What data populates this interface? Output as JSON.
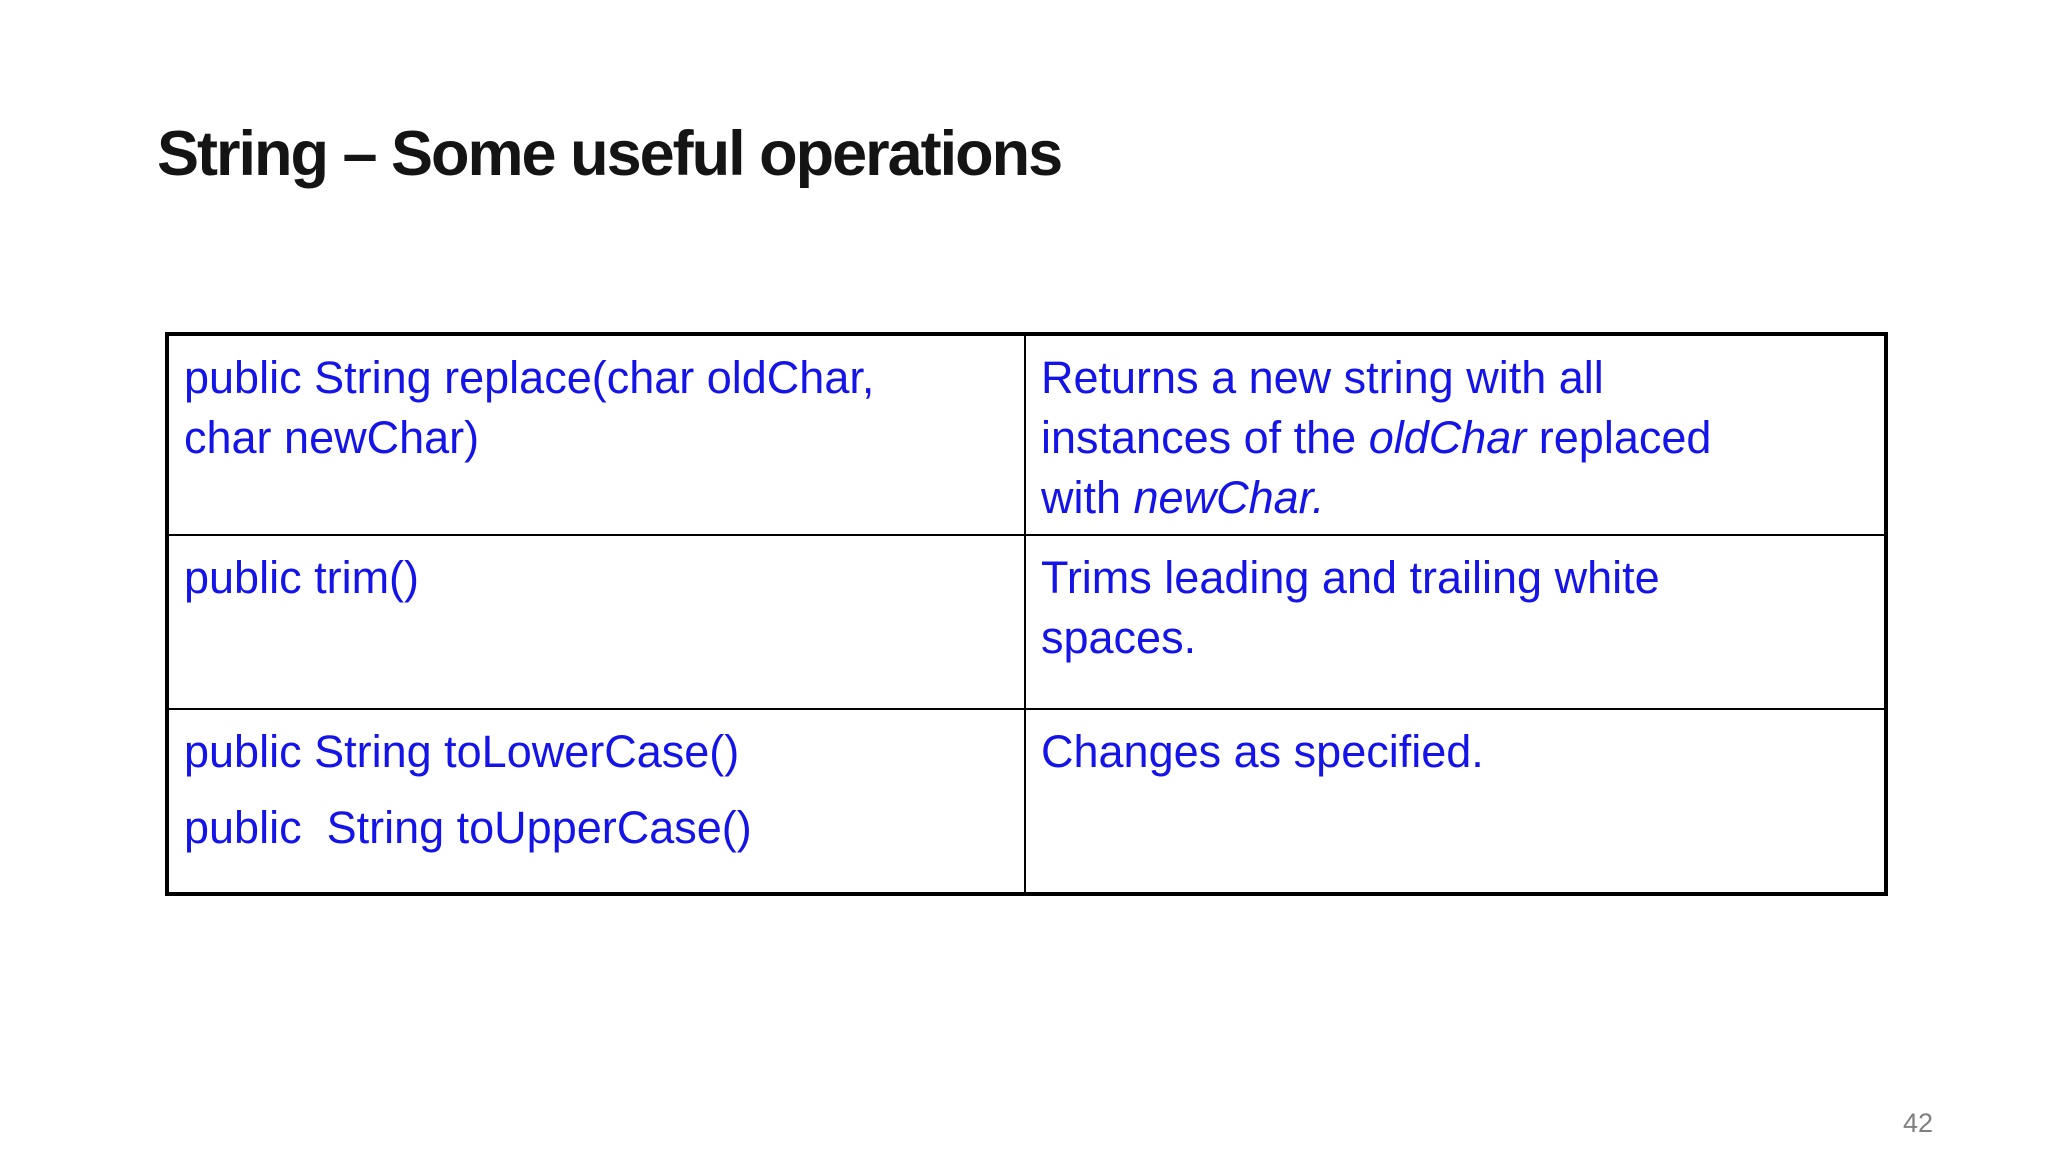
{
  "slide": {
    "title": "String – Some useful operations",
    "page_number": "42",
    "colors": {
      "title_text": "#141414",
      "table_text": "#1414e8",
      "table_border": "#000000",
      "page_number_text": "#7f7f7f",
      "background": "#ffffff"
    }
  },
  "table": {
    "columns": [
      "method_signature",
      "description"
    ],
    "rows": [
      {
        "left_lines": [
          "public String replace(char oldChar,",
          "char newChar)"
        ],
        "right_line1": "Returns a new string with all",
        "right_line2_pre": "instances of the ",
        "right_line2_italic": "oldChar",
        "right_line2_post": " replaced",
        "right_line3_pre": "with ",
        "right_line3_italic": "newChar."
      },
      {
        "left_line1": "public trim()",
        "right_line1": "Trims leading and trailing white",
        "right_line2": "spaces."
      },
      {
        "left_para1": "public String toLowerCase()",
        "left_para2": "public  String toUpperCase()",
        "right_line1": "Changes as specified."
      }
    ]
  }
}
